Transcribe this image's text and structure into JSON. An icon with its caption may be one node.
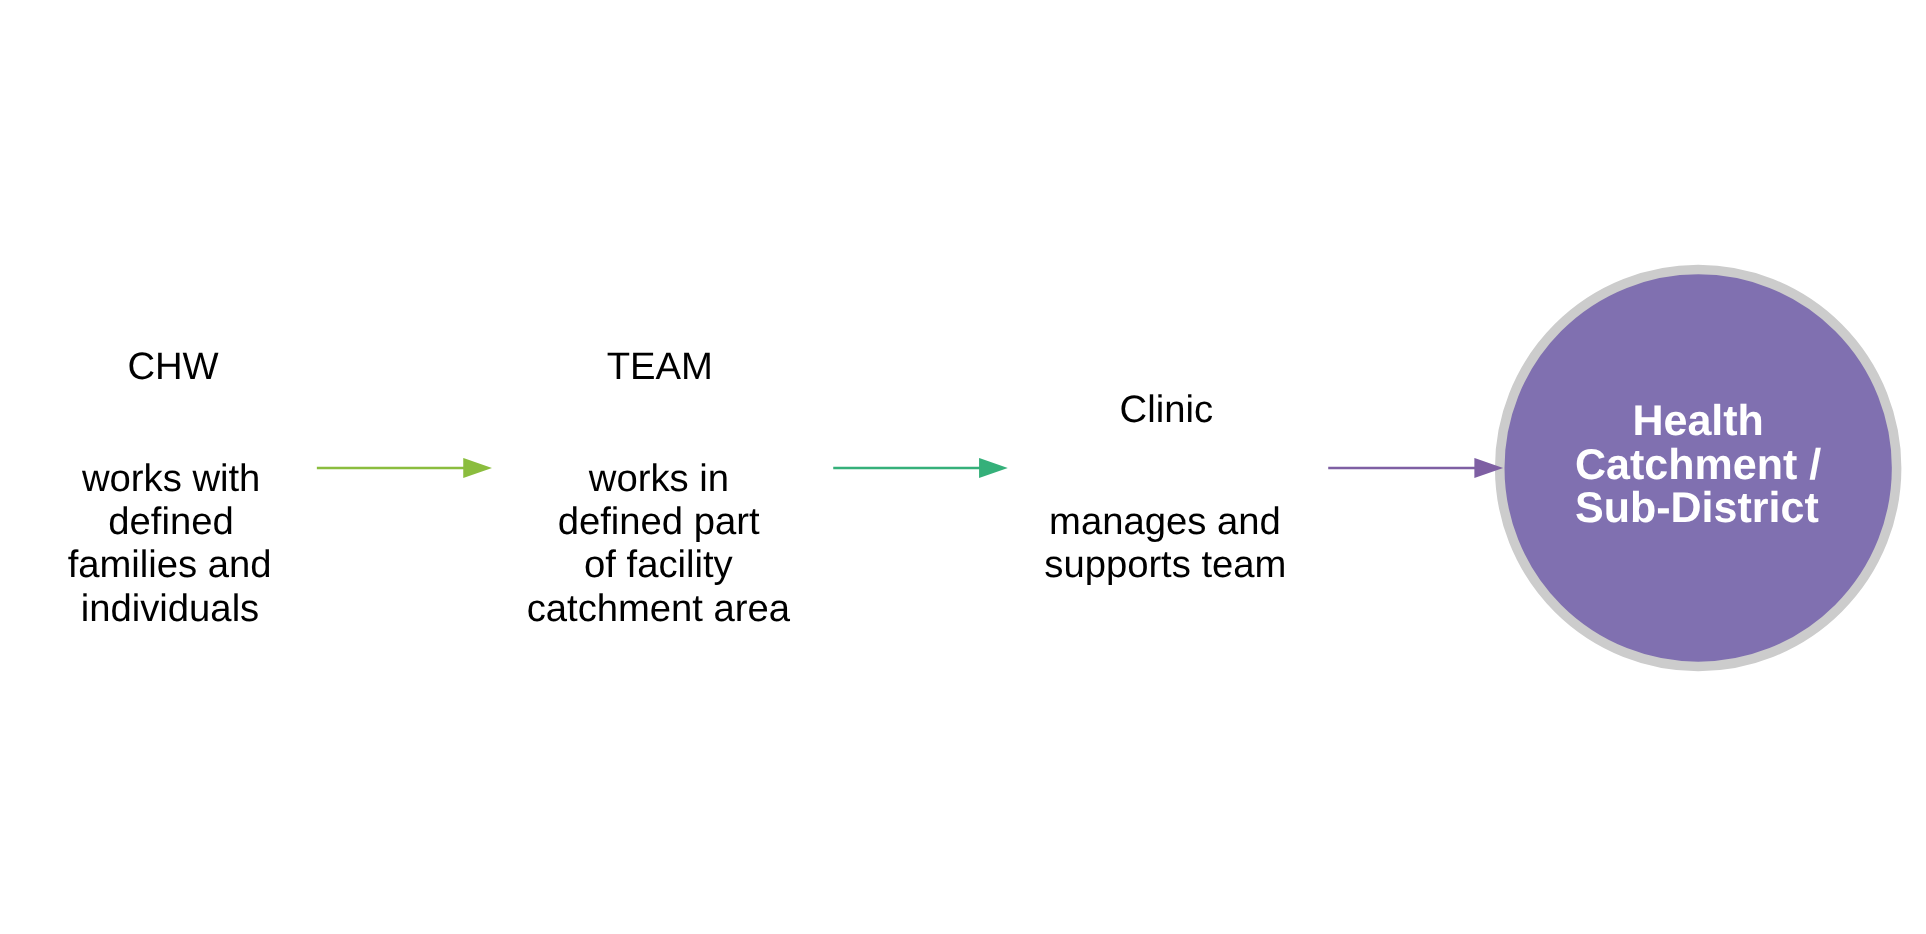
{
  "diagram": {
    "nodes": [
      {
        "text": [
          "CHW"
        ],
        "beside": [
          "works with defined families and individuals"
        ]
      },
      {
        "text": [
          "TEAM"
        ],
        "beside": [
          "works in defined part of facility catchment area"
        ]
      },
      {
        "text": [
          "Clinic"
        ],
        "beside": [
          "manages and supports team"
        ]
      },
      {
        "text": [
          "Health Catchment / Sub-District"
        ]
      }
    ],
    "edges": [
      {
        "from": 0,
        "to": 1,
        "arrow": "to",
        "color": "#8bbd3e"
      },
      {
        "from": 1,
        "to": 2,
        "arrow": "to",
        "color": "#35b07a"
      },
      {
        "from": 2,
        "to": 3,
        "arrow": "to",
        "color": "#7e5fa3"
      }
    ]
  }
}
